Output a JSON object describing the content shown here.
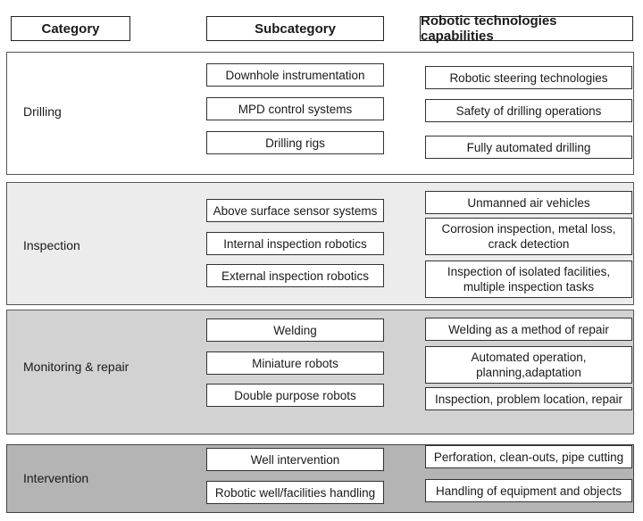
{
  "headers": {
    "category": "Category",
    "subcategory": "Subcategory",
    "capabilities": "Robotic technologies capabilities"
  },
  "groups": [
    {
      "category": "Drilling",
      "subcategories": [
        "Downhole instrumentation",
        "MPD control systems",
        "Drilling rigs"
      ],
      "capabilities": [
        "Robotic steering technologies",
        "Safety of drilling operations",
        "Fully automated drilling"
      ]
    },
    {
      "category": "Inspection",
      "subcategories": [
        "Above surface sensor systems",
        "Internal inspection robotics",
        "External inspection robotics"
      ],
      "capabilities": [
        "Unmanned air vehicles",
        "Corrosion inspection, metal loss, crack detection",
        "Inspection of isolated facilities, multiple inspection tasks"
      ]
    },
    {
      "category": "Monitoring & repair",
      "subcategories": [
        "Welding",
        "Miniature robots",
        "Double purpose robots"
      ],
      "capabilities": [
        "Welding as a method of repair",
        "Automated operation, planning,adaptation",
        "Inspection, problem location, repair"
      ]
    },
    {
      "category": "Intervention",
      "subcategories": [
        "Well intervention",
        "Robotic well/facilities handling"
      ],
      "capabilities": [
        "Perforation, clean-outs, pipe cutting",
        "Handling of equipment and objects"
      ]
    }
  ]
}
